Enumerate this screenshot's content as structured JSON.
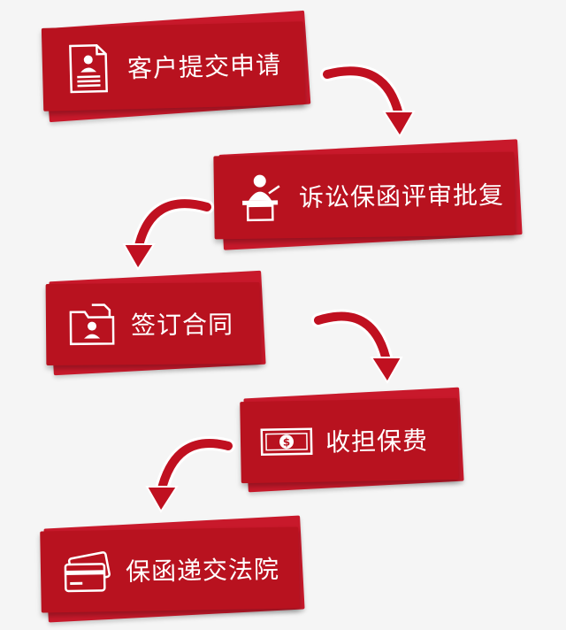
{
  "steps": [
    {
      "label": "客户提交申请",
      "icon": "applicant-document-icon"
    },
    {
      "label": "诉讼保函评审批复",
      "icon": "presenter-podium-icon"
    },
    {
      "label": "签订合同",
      "icon": "contract-folder-icon"
    },
    {
      "label": "收担保费",
      "icon": "dollar-bill-icon"
    },
    {
      "label": "保函递交法院",
      "icon": "bank-card-icon"
    }
  ],
  "colors": {
    "card": "#b8121f",
    "arrow": "#c01020",
    "background": "#f5f5f5"
  }
}
